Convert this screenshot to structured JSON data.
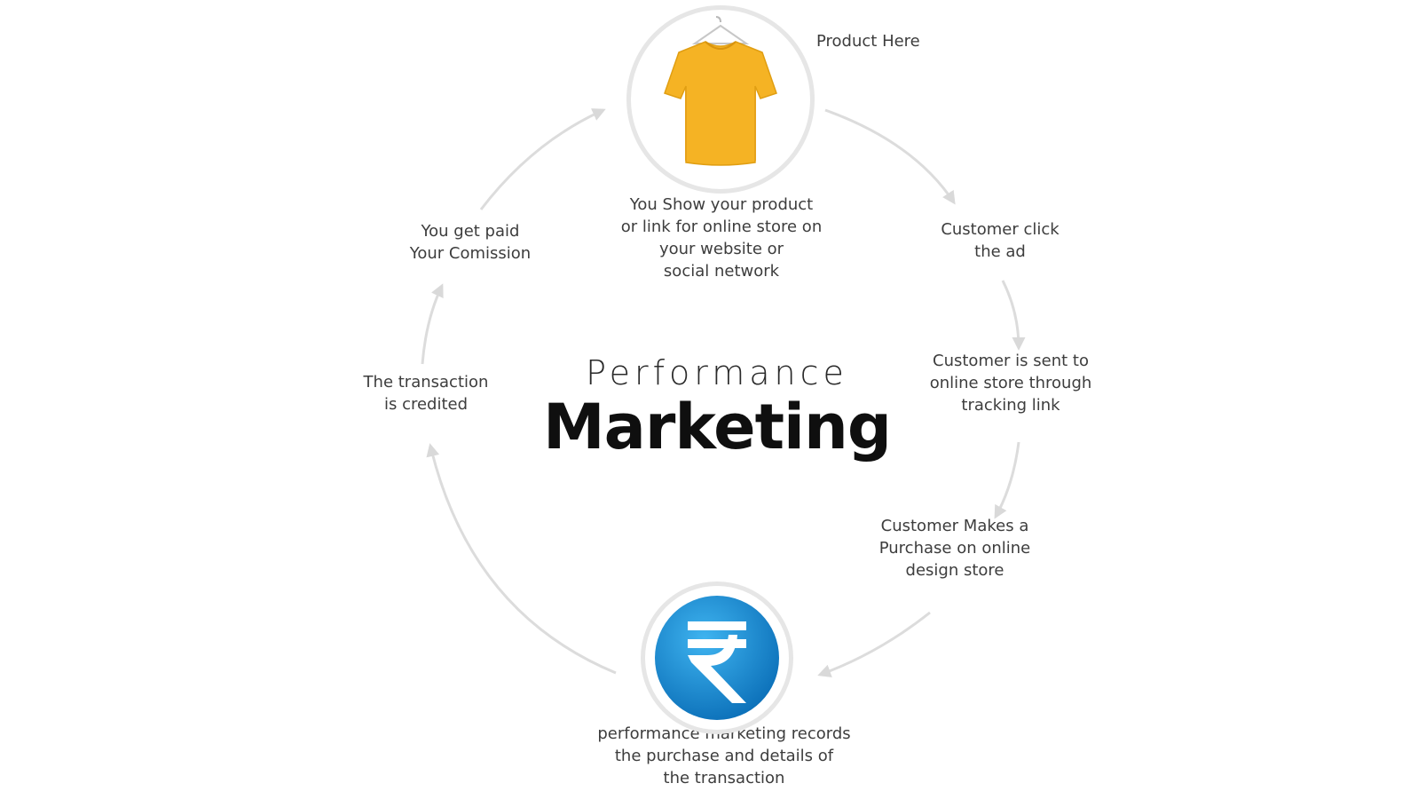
{
  "diagram": {
    "title_light": "Performance",
    "title_bold": "Marketing",
    "product_label": "Product Here",
    "steps": [
      "You Show your product\nor link for online store on\nyour website or\nsocial network",
      "Customer click\nthe ad",
      "Customer is sent to\nonline store through\ntracking link",
      "Customer Makes a\nPurchase on online\ndesign store",
      "performance marketing records\nthe purchase and details of\nthe transaction",
      "The transaction\nis credited",
      "You get paid\nYour Comission"
    ],
    "icons": {
      "product": "tshirt-icon",
      "payment": "rupee-icon"
    },
    "colors": {
      "tshirt": "#f5b324",
      "rupee_circle": "#1a8fd6",
      "arrow": "#d9d9d9",
      "ring": "#e6e6e6"
    }
  }
}
